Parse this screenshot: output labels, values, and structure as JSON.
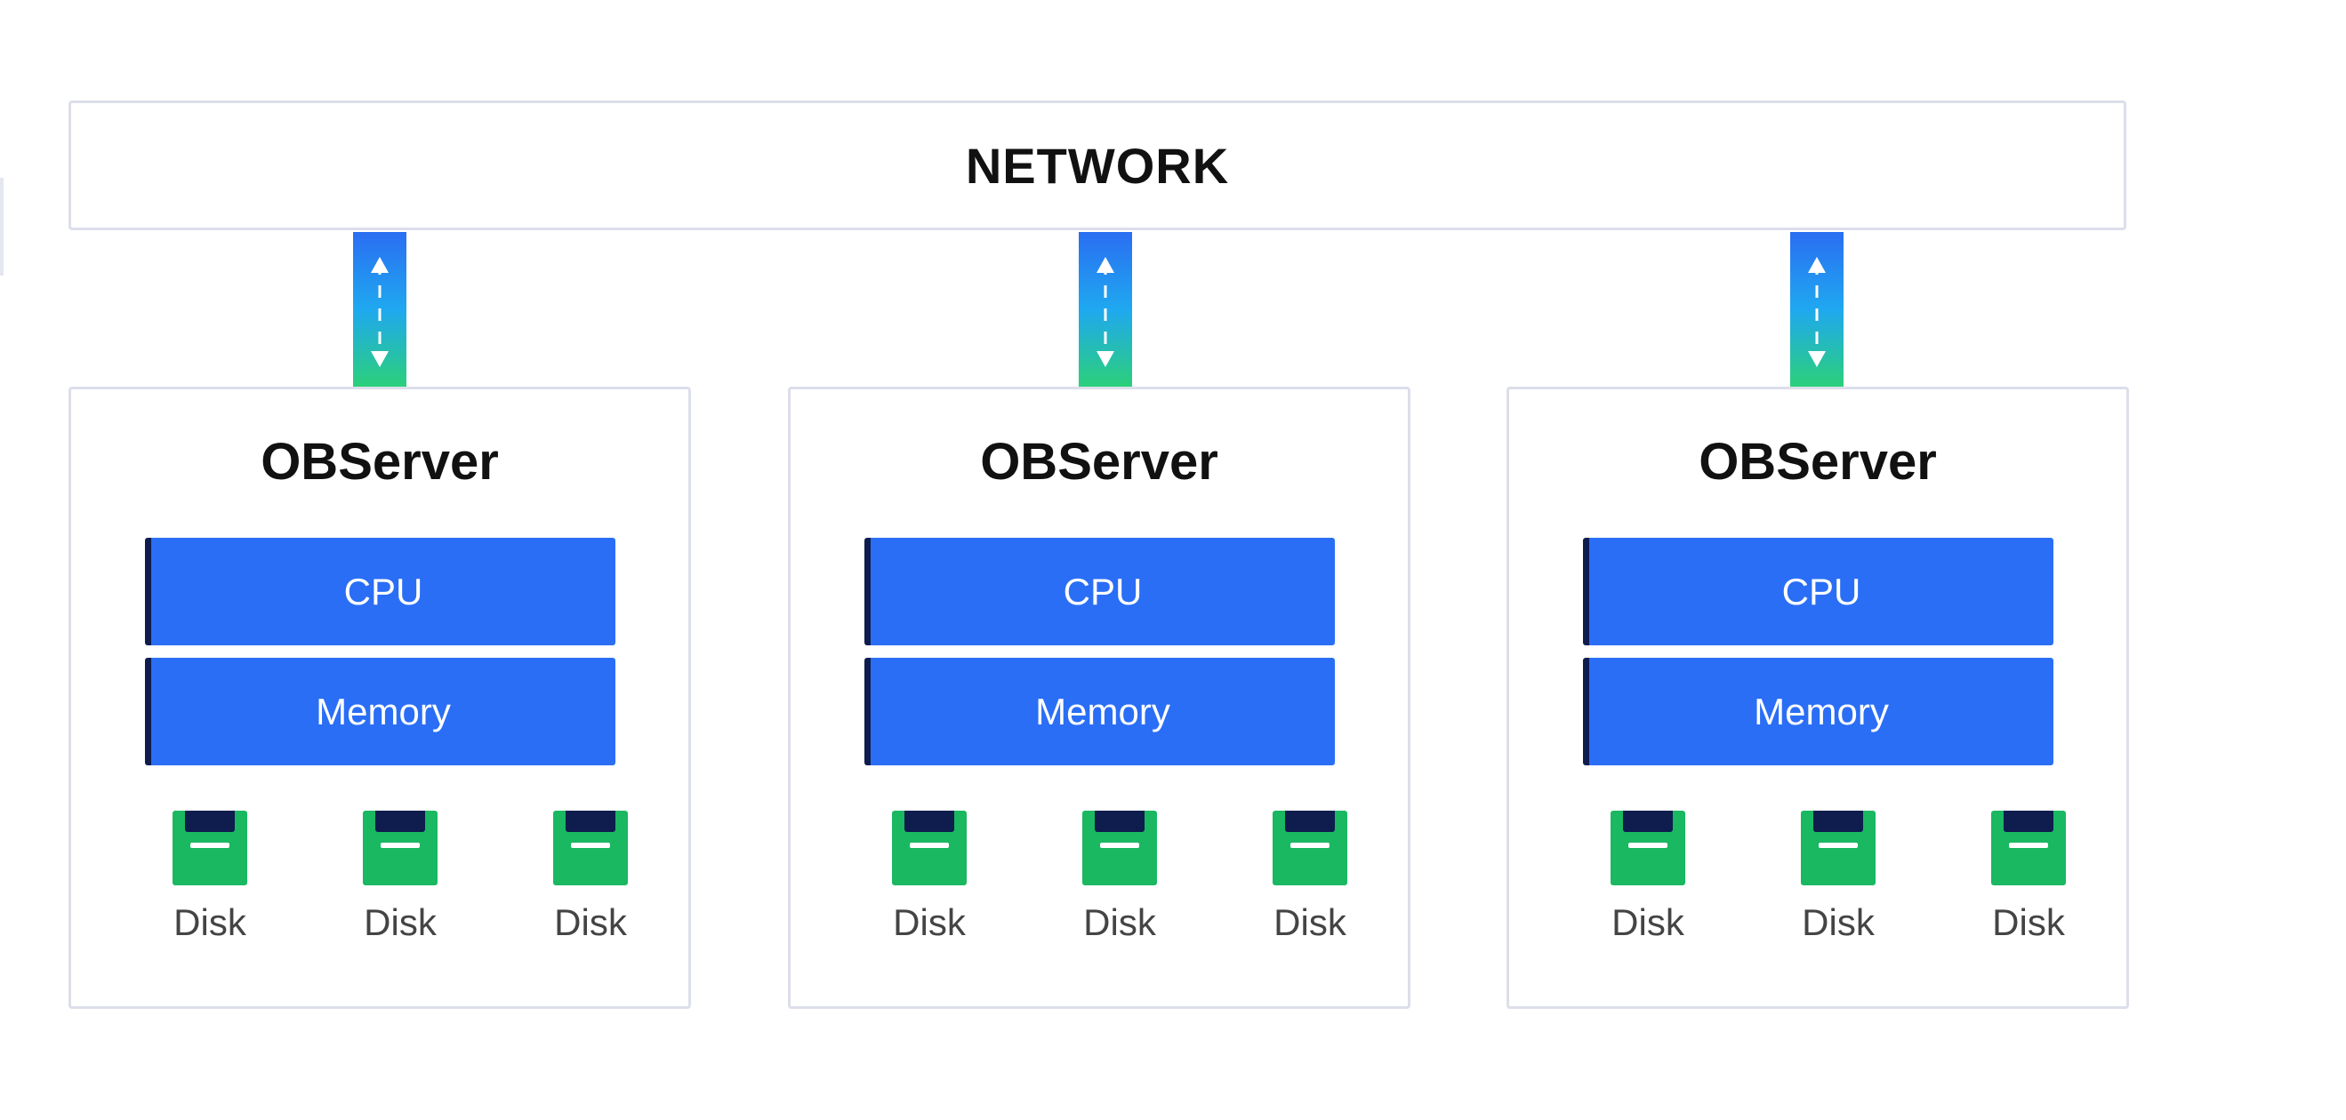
{
  "network": {
    "label": "NETWORK"
  },
  "servers": [
    {
      "title": "OBServer",
      "cpu": "CPU",
      "memory": "Memory",
      "disks": [
        "Disk",
        "Disk",
        "Disk"
      ]
    },
    {
      "title": "OBServer",
      "cpu": "CPU",
      "memory": "Memory",
      "disks": [
        "Disk",
        "Disk",
        "Disk"
      ]
    },
    {
      "title": "OBServer",
      "cpu": "CPU",
      "memory": "Memory",
      "disks": [
        "Disk",
        "Disk",
        "Disk"
      ]
    }
  ],
  "colors": {
    "block_blue": "#2a6ef6",
    "block_edge_navy": "#0f1c4e",
    "disk_green": "#19b861",
    "connector_gradient": [
      "#2a6ef2",
      "#1fa8f0",
      "#2bd07a"
    ],
    "border_gray": "#dcdfea"
  },
  "icons": {
    "connector": "bidirectional-arrow-icon",
    "disk": "disk-icon"
  }
}
